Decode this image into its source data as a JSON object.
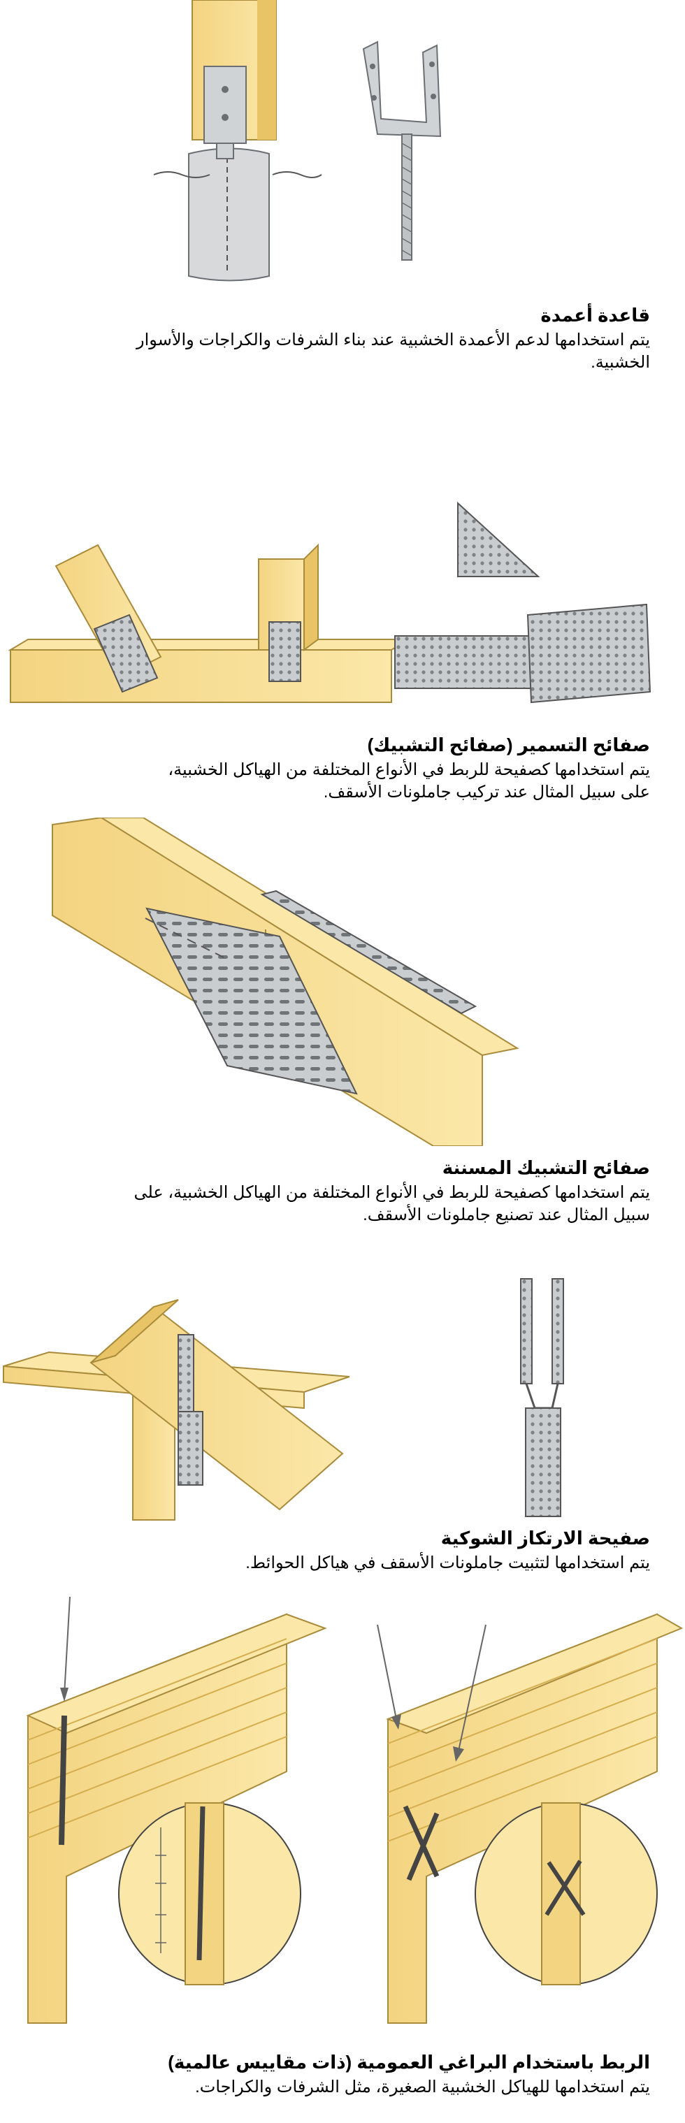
{
  "sections": [
    {
      "title": "قاعدة أعمدة",
      "lines": [
        "يتم استخدامها لدعم الأعمدة الخشبية عند بناء الشرفات والكراجات والأسوار",
        "الخشبية."
      ]
    },
    {
      "title": "صفائح التسمير (صفائح التشبيك)",
      "lines": [
        "يتم استخدامها كصفيحة للربط في الأنواع المختلفة من الهياكل الخشبية،",
        "على سبيل المثال عند تركيب جاملونات الأسقف."
      ]
    },
    {
      "title": "صفائح التشبيك المسننة",
      "lines": [
        "يتم استخدامها كصفيحة للربط في الأنواع المختلفة من الهياكل الخشبية، على",
        "سبيل المثال عند تصنيع جاملونات الأسقف."
      ]
    },
    {
      "title": "صفيحة الارتكاز الشوكية",
      "lines": [
        "يتم استخدامها لتثبيت جاملونات الأسقف في هياكل الحوائط."
      ]
    },
    {
      "title": "الربط باستخدام البراغي العمومية (ذات مقاييس عالمية)",
      "lines": [
        "يتم استخدامها للهياكل الخشبية الصغيرة، مثل الشرفات والكراجات."
      ]
    }
  ]
}
